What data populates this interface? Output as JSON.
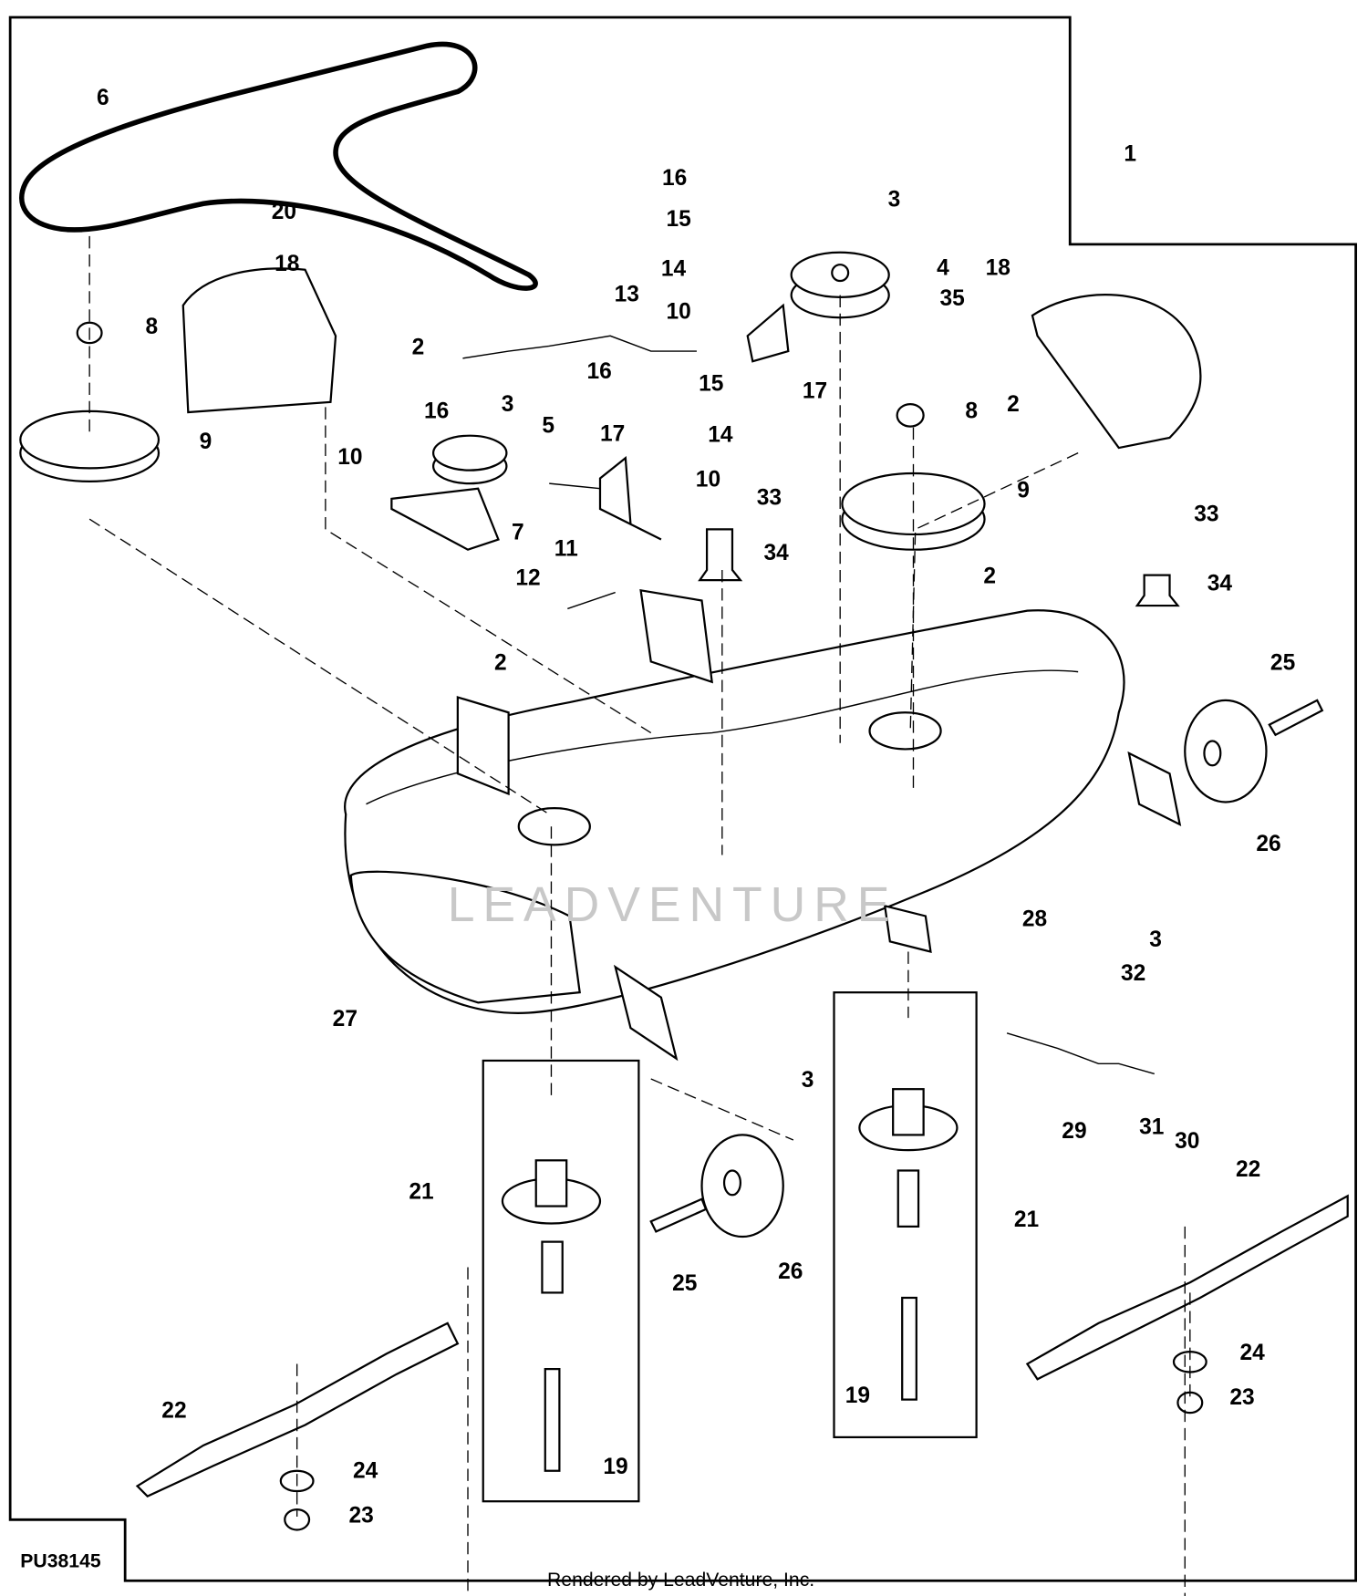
{
  "diagram": {
    "id_label": "PU38145",
    "credit": "Rendered by LeadVenture, Inc.",
    "watermark": "LEADVENTURE",
    "callouts": [
      "1",
      "6",
      "20",
      "18",
      "8",
      "2",
      "9",
      "16",
      "15",
      "14",
      "10",
      "13",
      "3",
      "4",
      "17",
      "16",
      "15",
      "3",
      "16",
      "5",
      "10",
      "17",
      "14",
      "10",
      "7",
      "12",
      "11",
      "33",
      "34",
      "18",
      "35",
      "2",
      "8",
      "9",
      "33",
      "34",
      "2",
      "2",
      "25",
      "26",
      "3",
      "28",
      "32",
      "27",
      "3",
      "29",
      "31",
      "30",
      "21",
      "21",
      "25",
      "26",
      "22",
      "24",
      "23",
      "19",
      "19",
      "22",
      "24",
      "23"
    ]
  }
}
